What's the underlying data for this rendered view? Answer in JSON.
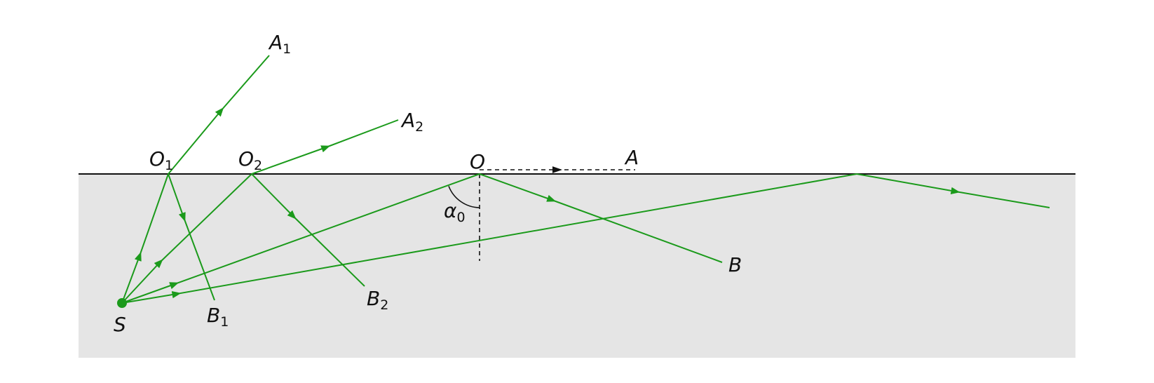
{
  "colors": {
    "ray": "#1b9a1b",
    "medium": "#e5e5e5",
    "interface": "#111111",
    "normal": "#111111",
    "background": "#ffffff"
  },
  "labels": {
    "S": {
      "main": "S",
      "sub": ""
    },
    "O1": {
      "main": "O",
      "sub": "1"
    },
    "O2": {
      "main": "O",
      "sub": "2"
    },
    "O": {
      "main": "O",
      "sub": ""
    },
    "A": {
      "main": "A",
      "sub": ""
    },
    "A1": {
      "main": "A",
      "sub": "1"
    },
    "A2": {
      "main": "A",
      "sub": "2"
    },
    "B": {
      "main": "B",
      "sub": ""
    },
    "B1": {
      "main": "B",
      "sub": "1"
    },
    "B2": {
      "main": "B",
      "sub": "2"
    },
    "alpha": {
      "main": "α",
      "sub": "0"
    }
  }
}
